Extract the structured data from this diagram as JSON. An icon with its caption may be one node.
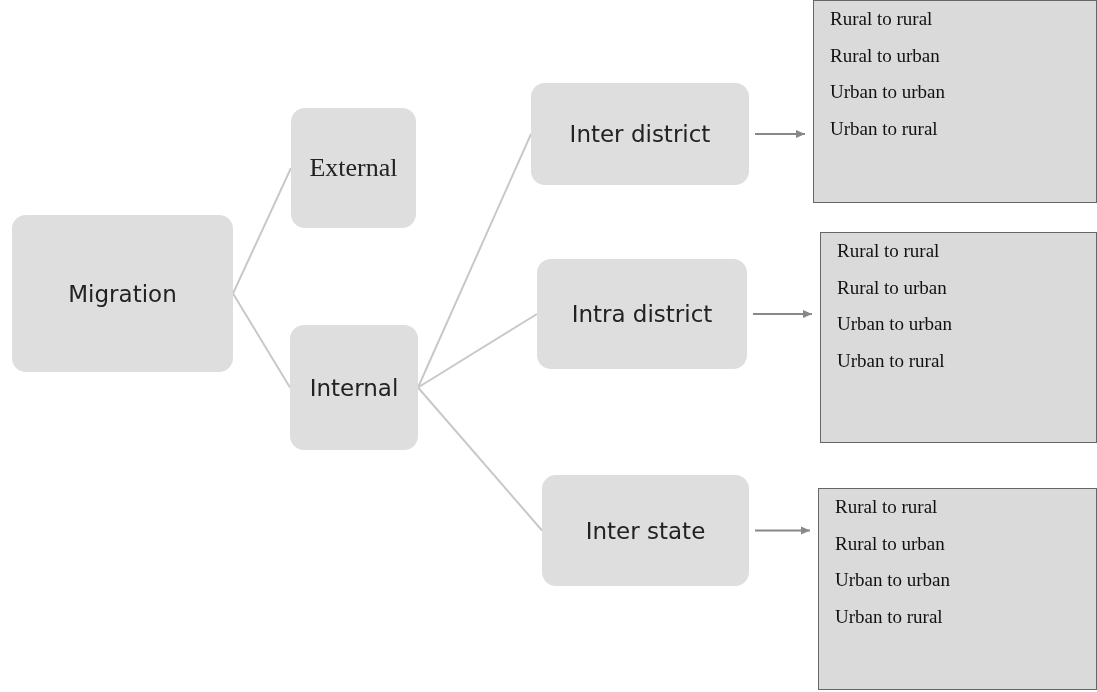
{
  "diagram": {
    "nodes": [
      {
        "text": [
          "Migration"
        ]
      },
      {
        "text": [
          "External"
        ]
      },
      {
        "text": [
          "Internal"
        ]
      },
      {
        "text": [
          "Inter district"
        ]
      },
      {
        "text": [
          "Intra district"
        ]
      },
      {
        "text": [
          "Inter state"
        ]
      },
      {
        "text": [
          "Rural to rural",
          "Rural to urban",
          "Urban to urban",
          "Urban to rural"
        ]
      },
      {
        "text": [
          "Rural to rural",
          "Rural to urban",
          "Urban to urban",
          "Urban to rural"
        ]
      },
      {
        "text": [
          "Rural to rural",
          "Rural to urban",
          "Urban to urban",
          "Urban to rural"
        ]
      }
    ],
    "edges": [
      {
        "from": 0,
        "to": 1,
        "arrow": "none"
      },
      {
        "from": 0,
        "to": 2,
        "arrow": "none"
      },
      {
        "from": 2,
        "to": 3,
        "arrow": "none"
      },
      {
        "from": 2,
        "to": 4,
        "arrow": "none"
      },
      {
        "from": 2,
        "to": 5,
        "arrow": "none"
      },
      {
        "from": 3,
        "to": 6,
        "arrow": "to"
      },
      {
        "from": 4,
        "to": 7,
        "arrow": "to"
      },
      {
        "from": 5,
        "to": 8,
        "arrow": "to"
      }
    ]
  }
}
